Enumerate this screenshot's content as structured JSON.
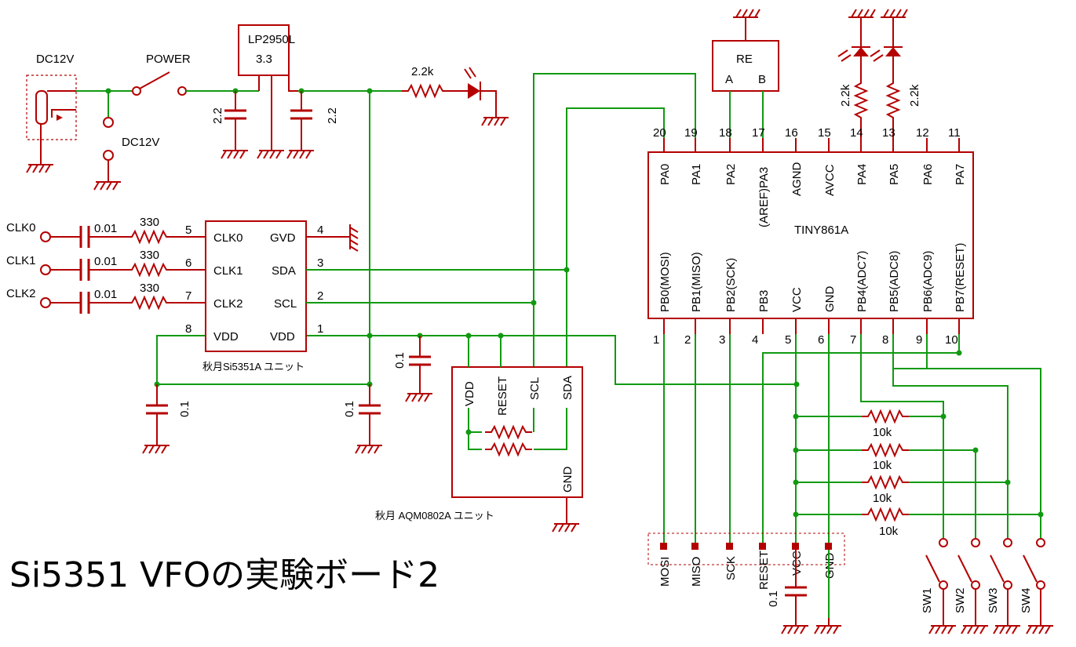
{
  "title": "Si5351 VFOの実験ボード2",
  "power": {
    "jack_label": "DC12V",
    "switch_label": "POWER",
    "terminal_label": "DC12V",
    "regulator_name": "LP2950L",
    "regulator_value": "3.3",
    "cap_in": "2.2",
    "cap_out": "2.2",
    "led_resistor": "2.2k"
  },
  "si5351": {
    "unit_label": "秋月Si5351A ユニット",
    "left_pins": [
      {
        "num": "5",
        "name": "CLK0"
      },
      {
        "num": "6",
        "name": "CLK1"
      },
      {
        "num": "7",
        "name": "CLK2"
      },
      {
        "num": "8",
        "name": "VDD"
      }
    ],
    "right_pins": [
      {
        "num": "4",
        "name": "GVD"
      },
      {
        "num": "3",
        "name": "SDA"
      },
      {
        "num": "2",
        "name": "SCL"
      },
      {
        "num": "1",
        "name": "VDD"
      }
    ],
    "outputs": [
      {
        "name": "CLK0",
        "cap": "0.01",
        "res": "330"
      },
      {
        "name": "CLK1",
        "cap": "0.01",
        "res": "330"
      },
      {
        "name": "CLK2",
        "cap": "0.01",
        "res": "330"
      }
    ],
    "decouple_left": "0.1",
    "decouple_right": "0.1",
    "decouple_top": "0.1"
  },
  "lcd": {
    "unit_label": "秋月 AQM0802A ユニット",
    "pins": [
      "VDD",
      "RESET",
      "SCL",
      "SDA",
      "GND"
    ]
  },
  "encoder": {
    "name": "RE",
    "pin_a": "A",
    "pin_b": "B"
  },
  "status_leds": {
    "res1": "2.2k",
    "res2": "2.2k"
  },
  "mcu": {
    "name": "TINY861A",
    "top_pins": [
      {
        "num": "20",
        "name": "PA0"
      },
      {
        "num": "19",
        "name": "PA1"
      },
      {
        "num": "18",
        "name": "PA2"
      },
      {
        "num": "17",
        "name": "(AREF)PA3"
      },
      {
        "num": "16",
        "name": "AGND"
      },
      {
        "num": "15",
        "name": "AVCC"
      },
      {
        "num": "14",
        "name": "PA4"
      },
      {
        "num": "13",
        "name": "PA5"
      },
      {
        "num": "12",
        "name": "PA6"
      },
      {
        "num": "11",
        "name": "PA7"
      }
    ],
    "bottom_pins": [
      {
        "num": "1",
        "name": "PB0(MOSI)"
      },
      {
        "num": "2",
        "name": "PB1(MISO)"
      },
      {
        "num": "3",
        "name": "PB2(SCK)"
      },
      {
        "num": "4",
        "name": "PB3"
      },
      {
        "num": "5",
        "name": "VCC"
      },
      {
        "num": "6",
        "name": "GND"
      },
      {
        "num": "7",
        "name": "PB4(ADC7)"
      },
      {
        "num": "8",
        "name": "PB5(ADC8)"
      },
      {
        "num": "9",
        "name": "PB6(ADC9)"
      },
      {
        "num": "10",
        "name": "PB7(RESET)"
      }
    ]
  },
  "pullups": [
    "10k",
    "10k",
    "10k",
    "10k"
  ],
  "isp": {
    "pins": [
      "MOSI",
      "MISO",
      "SCK",
      "RESET",
      "VCC",
      "GND"
    ],
    "cap": "0.1"
  },
  "switches": [
    "SW1",
    "SW2",
    "SW3",
    "SW4"
  ]
}
